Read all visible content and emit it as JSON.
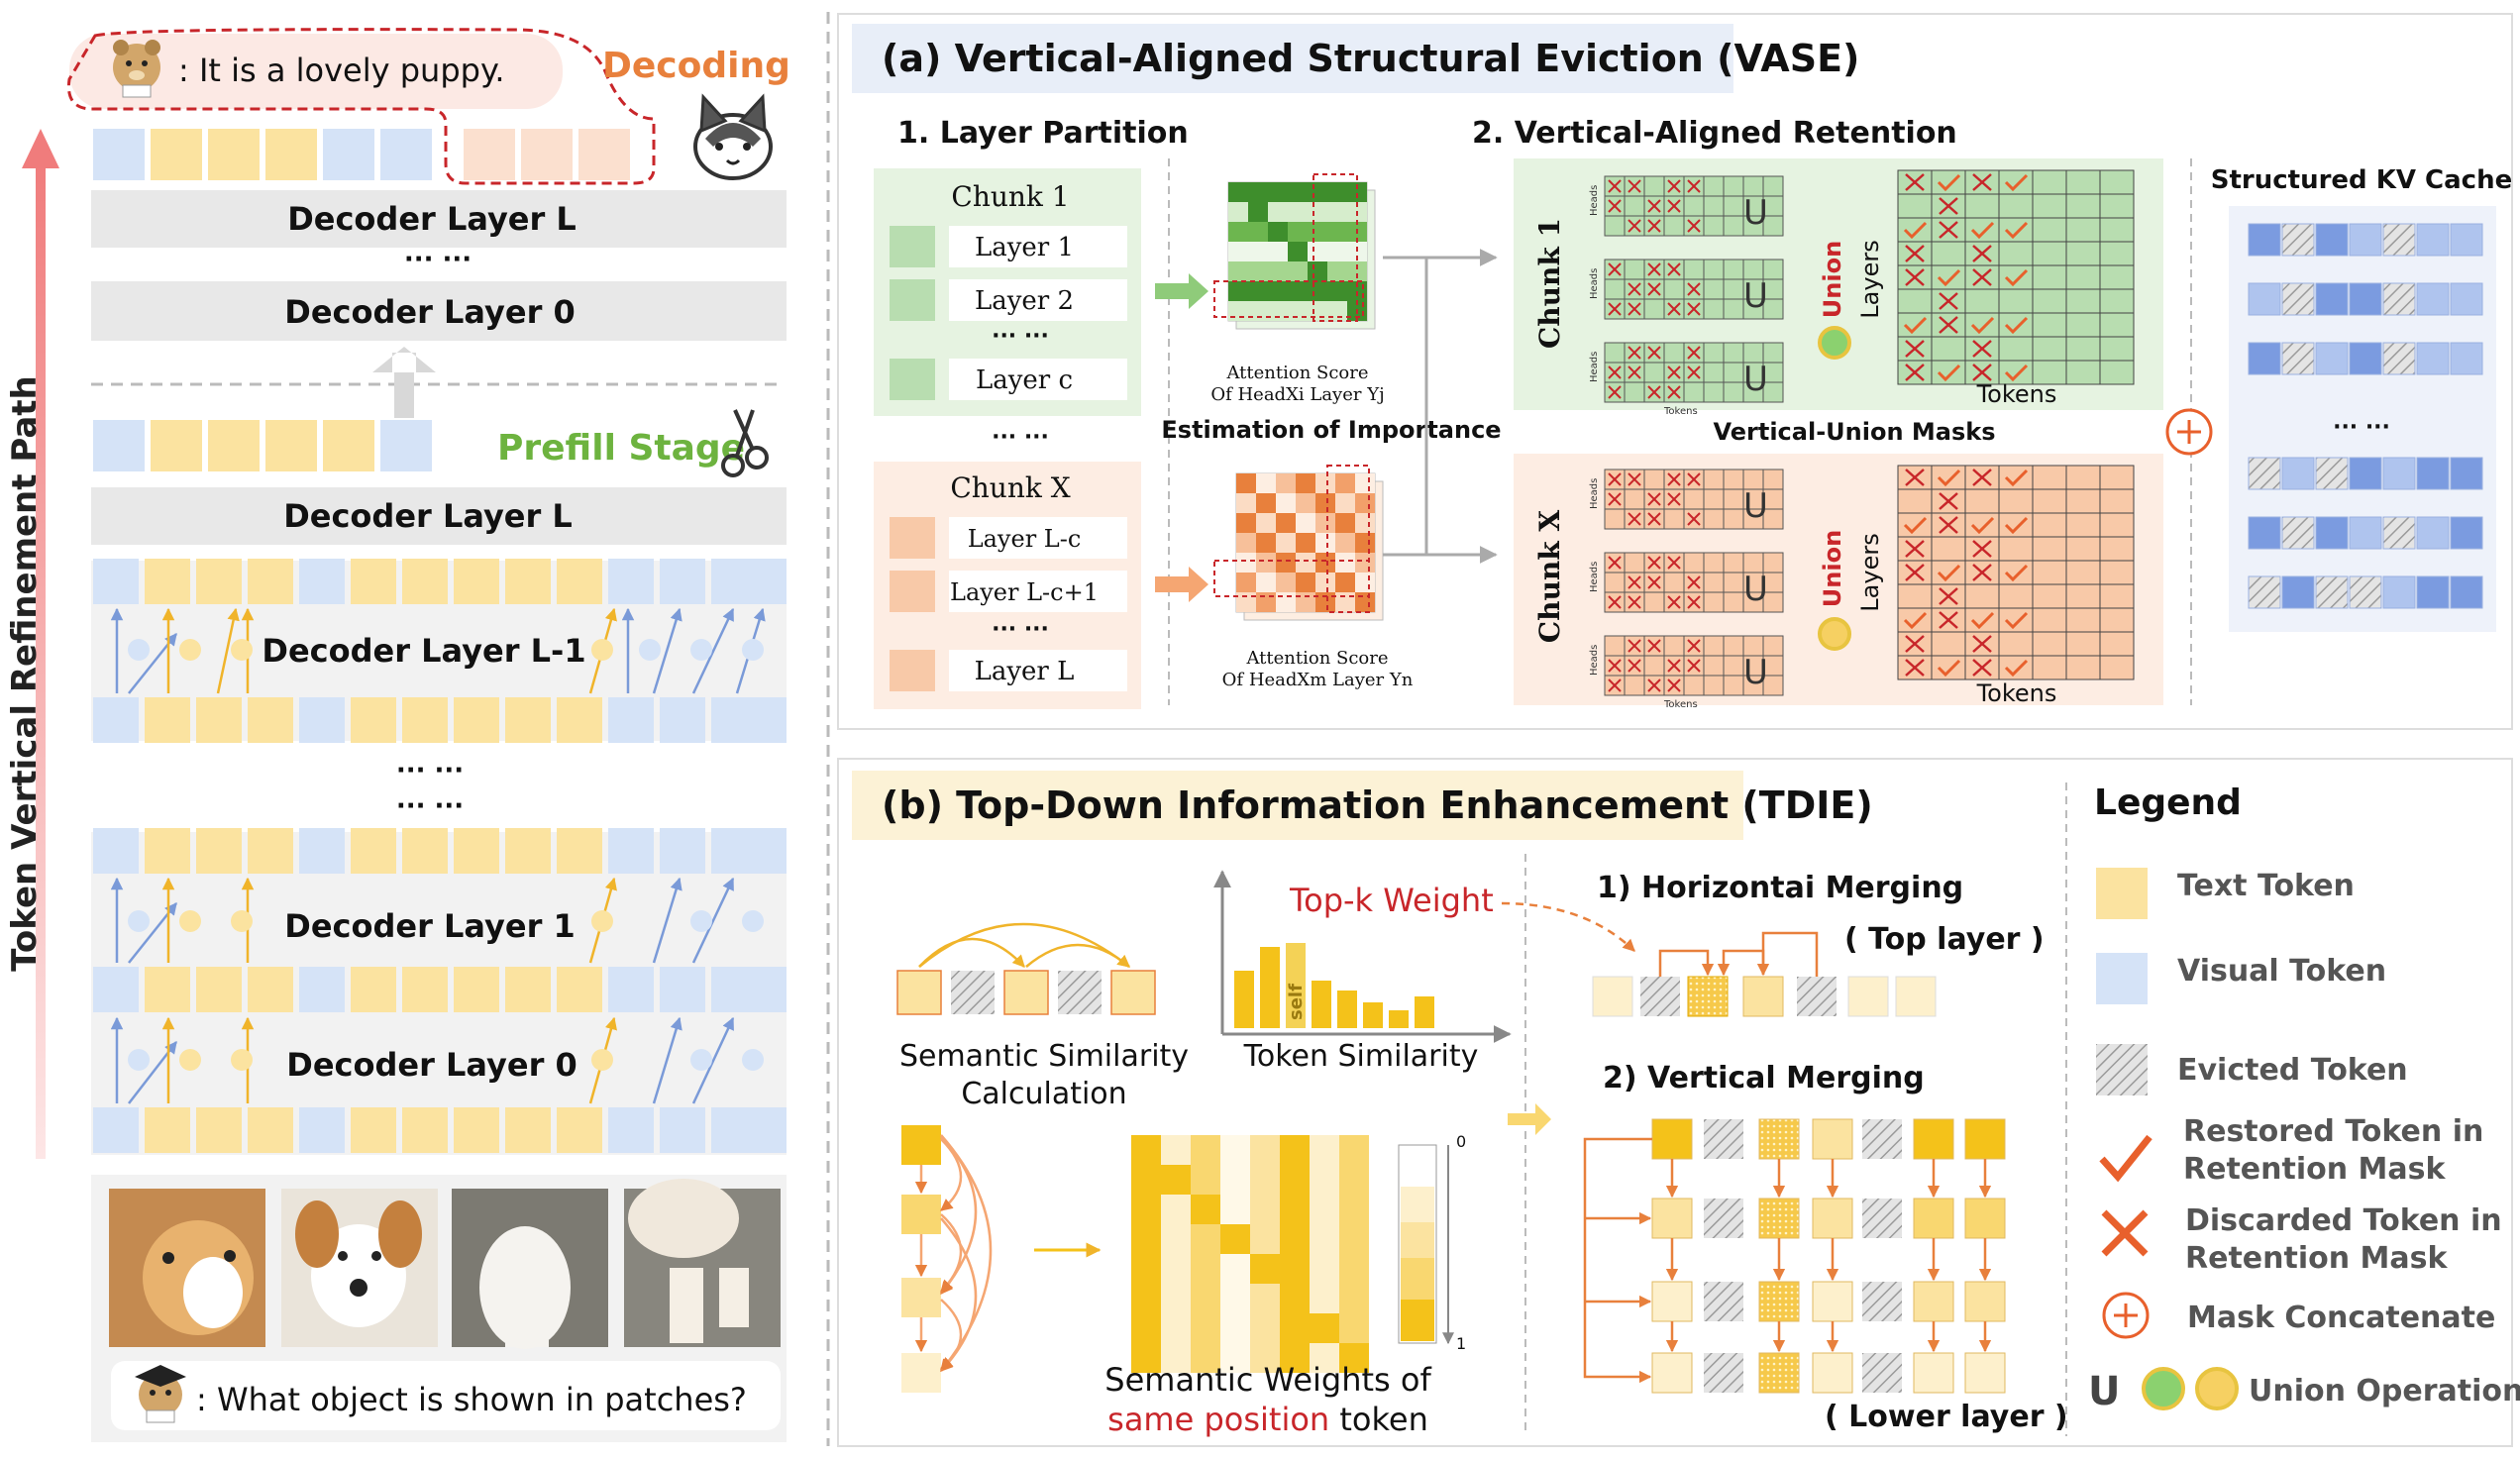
{
  "left": {
    "side_label": "Token Vertical Refinement Path",
    "answer": ": It is a lovely puppy.",
    "decoding": "Decoding",
    "decoder_layer_L": "Decoder Layer L",
    "dots": "··· ···",
    "decoder_layer_0": "Decoder Layer 0",
    "prefill": "Prefill Stage",
    "decoder_layer_L1": "Decoder Layer L-1",
    "decoder_layer_1": "Decoder Layer 1",
    "question": ": What object is shown in patches?"
  },
  "vase": {
    "title": "(a) Vertical-Aligned Structural Eviction (VASE)",
    "partition_title": "1. Layer Partition",
    "retention_title": "2. Vertical-Aligned Retention",
    "chunk1": "Chunk 1",
    "chunk1_layers": [
      "Layer 1",
      "Layer 2",
      "··· ···",
      "Layer c"
    ],
    "chunkx": "Chunk X",
    "chunkx_layers": [
      "Layer L-c",
      "Layer L-c+1",
      "··· ···",
      "Layer L"
    ],
    "between_dots": "··· ···",
    "attn_score_1a": "Attention Score",
    "attn_score_1b": "Of HeadXi Layer Yj",
    "attn_score_2a": "Attention Score",
    "attn_score_2b": "Of HeadXm Layer Yn",
    "estimation": "Estimation of Importance",
    "chunk1_side": "Chunk 1",
    "chunkx_side": "Chunk X",
    "heads": "Heads",
    "tokens_small": "Tokens",
    "union": "Union",
    "layers": "Layers",
    "tokens": "Tokens",
    "vertical_union": "Vertical-Union Masks",
    "structured_cache": "Structured KV Cache",
    "cache_dots": "··· ···"
  },
  "tdie": {
    "title": "(b) Top-Down Information Enhancement (TDIE)",
    "topk": "Top-k Weight",
    "self_label": "self",
    "semantic_sim": "Semantic Similarity",
    "calculation": "Calculation",
    "token_sim": "Token Similarity",
    "horizontal": "1) Horizontai Merging",
    "top_layer": "( Top layer )",
    "vertical": "2) Vertical Merging",
    "lower_layer": "( Lower layer )",
    "semantic_weights": "Semantic Weights of",
    "same_position": "same position",
    "token_word": "token",
    "scale_0": "0",
    "scale_1": "1"
  },
  "legend": {
    "title": "Legend",
    "text_token": "Text Token",
    "visual_token": "Visual Token",
    "evicted_token": "Evicted Token",
    "restored_1": "Restored Token in",
    "restored_2": "Retention Mask",
    "discarded_1": "Discarded Token in",
    "discarded_2": "Retention Mask",
    "concat": "Mask Concatenate",
    "union_op": "Union Operation",
    "union_glyph": "U"
  },
  "colors": {
    "text_token": "#FBE3A0",
    "visual_token": "#D5E3F7",
    "green": "#5FAF48",
    "orange": "#E8803C",
    "red": "#C8262A",
    "yellow": "#F4C21A"
  }
}
